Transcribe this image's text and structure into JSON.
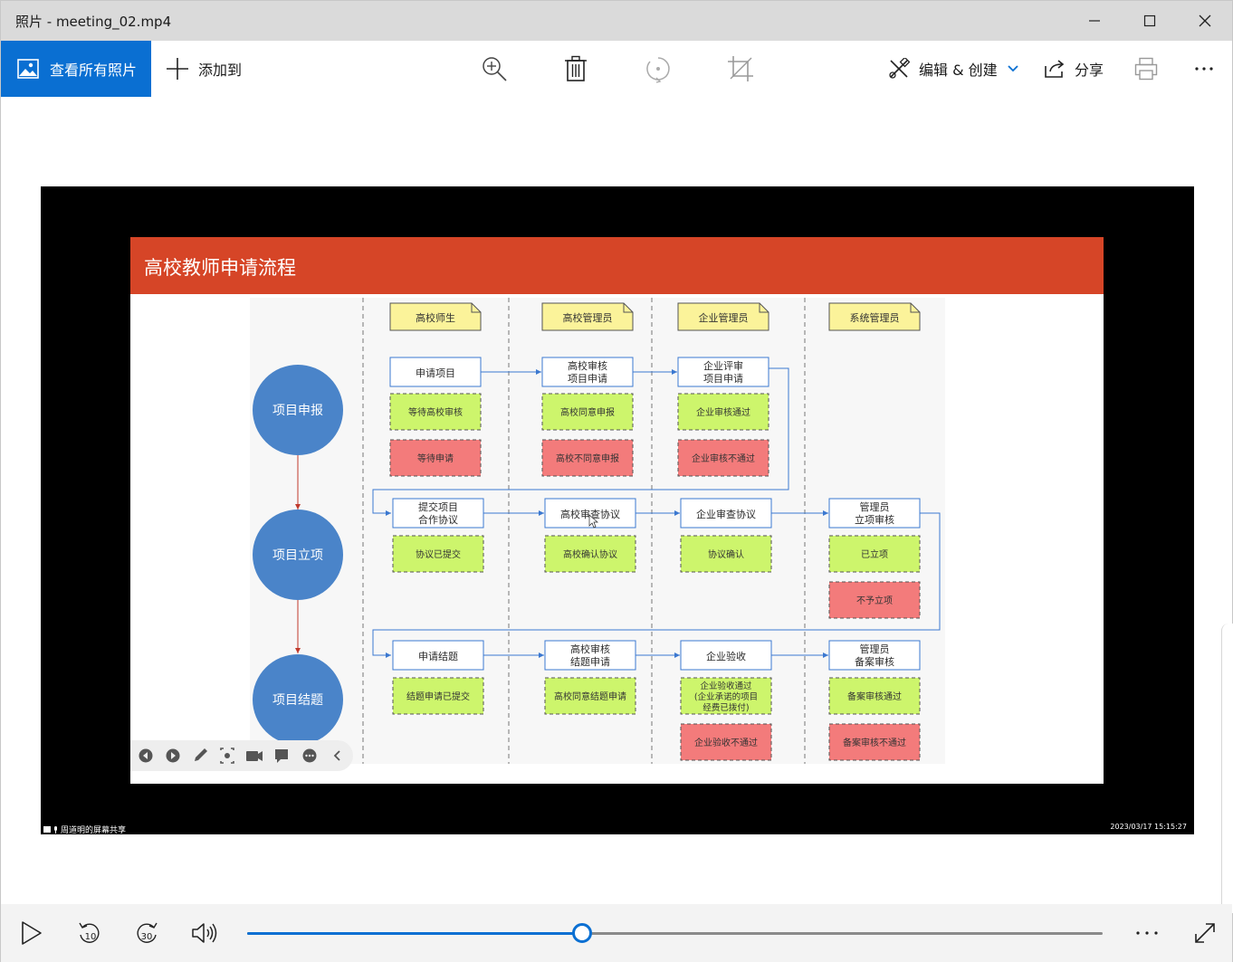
{
  "window": {
    "title": "照片 - meeting_02.mp4"
  },
  "toolbar": {
    "view_all": "查看所有照片",
    "add_to": "添加到",
    "edit_create": "编辑 & 创建",
    "share": "分享"
  },
  "slide": {
    "title": "高校教师申请流程",
    "lanes": [
      "高校师生",
      "高校管理员",
      "企业管理员",
      "系统管理员"
    ],
    "phases": [
      "项目申报",
      "项目立项",
      "项目结题"
    ],
    "row1": {
      "c1_box": [
        "申请项目"
      ],
      "c1_green": "等待高校审核",
      "c1_red": "等待申请",
      "c2_box": [
        "高校审核",
        "项目申请"
      ],
      "c2_green": "高校同意申报",
      "c2_red": "高校不同意申报",
      "c3_box": [
        "企业评审",
        "项目申请"
      ],
      "c3_green": "企业审核通过",
      "c3_red": "企业审核不通过"
    },
    "row2": {
      "c1_box": [
        "提交项目",
        "合作协议"
      ],
      "c1_green": "协议已提交",
      "c2_box": [
        "高校审查协议"
      ],
      "c2_green": "高校确认协议",
      "c3_box": [
        "企业审查协议"
      ],
      "c3_green": "协议确认",
      "c4_box": [
        "管理员",
        "立项审核"
      ],
      "c4_green": "已立项",
      "c4_red": "不予立项"
    },
    "row3": {
      "c1_box": [
        "申请结题"
      ],
      "c1_green": "结题申请已提交",
      "c2_box": [
        "高校审核",
        "结题申请"
      ],
      "c2_green": "高校同意结题申请",
      "c3_box": [
        "企业验收"
      ],
      "c3_green": [
        "企业验收通过",
        "(企业承诺的项目",
        "经费已拨付)"
      ],
      "c3_red": "企业验收不通过",
      "c4_box": [
        "管理员",
        "备案审核"
      ],
      "c4_green": "备案审核通过",
      "c4_red": "备案审核不通过"
    }
  },
  "caption": {
    "share_label": "周道明的屏幕共享",
    "timestamp": "2023/03/17 15:15:27"
  },
  "player": {
    "skip_back": "10",
    "skip_fwd": "30",
    "progress": 0.392
  },
  "colors": {
    "accent": "#0a6fd2",
    "slide_header": "#d64527",
    "lane_yellow": "#fbf39a",
    "ok_green": "#cdf56c",
    "fail_red": "#f37b7b",
    "phase_blue": "#4a84c9"
  }
}
